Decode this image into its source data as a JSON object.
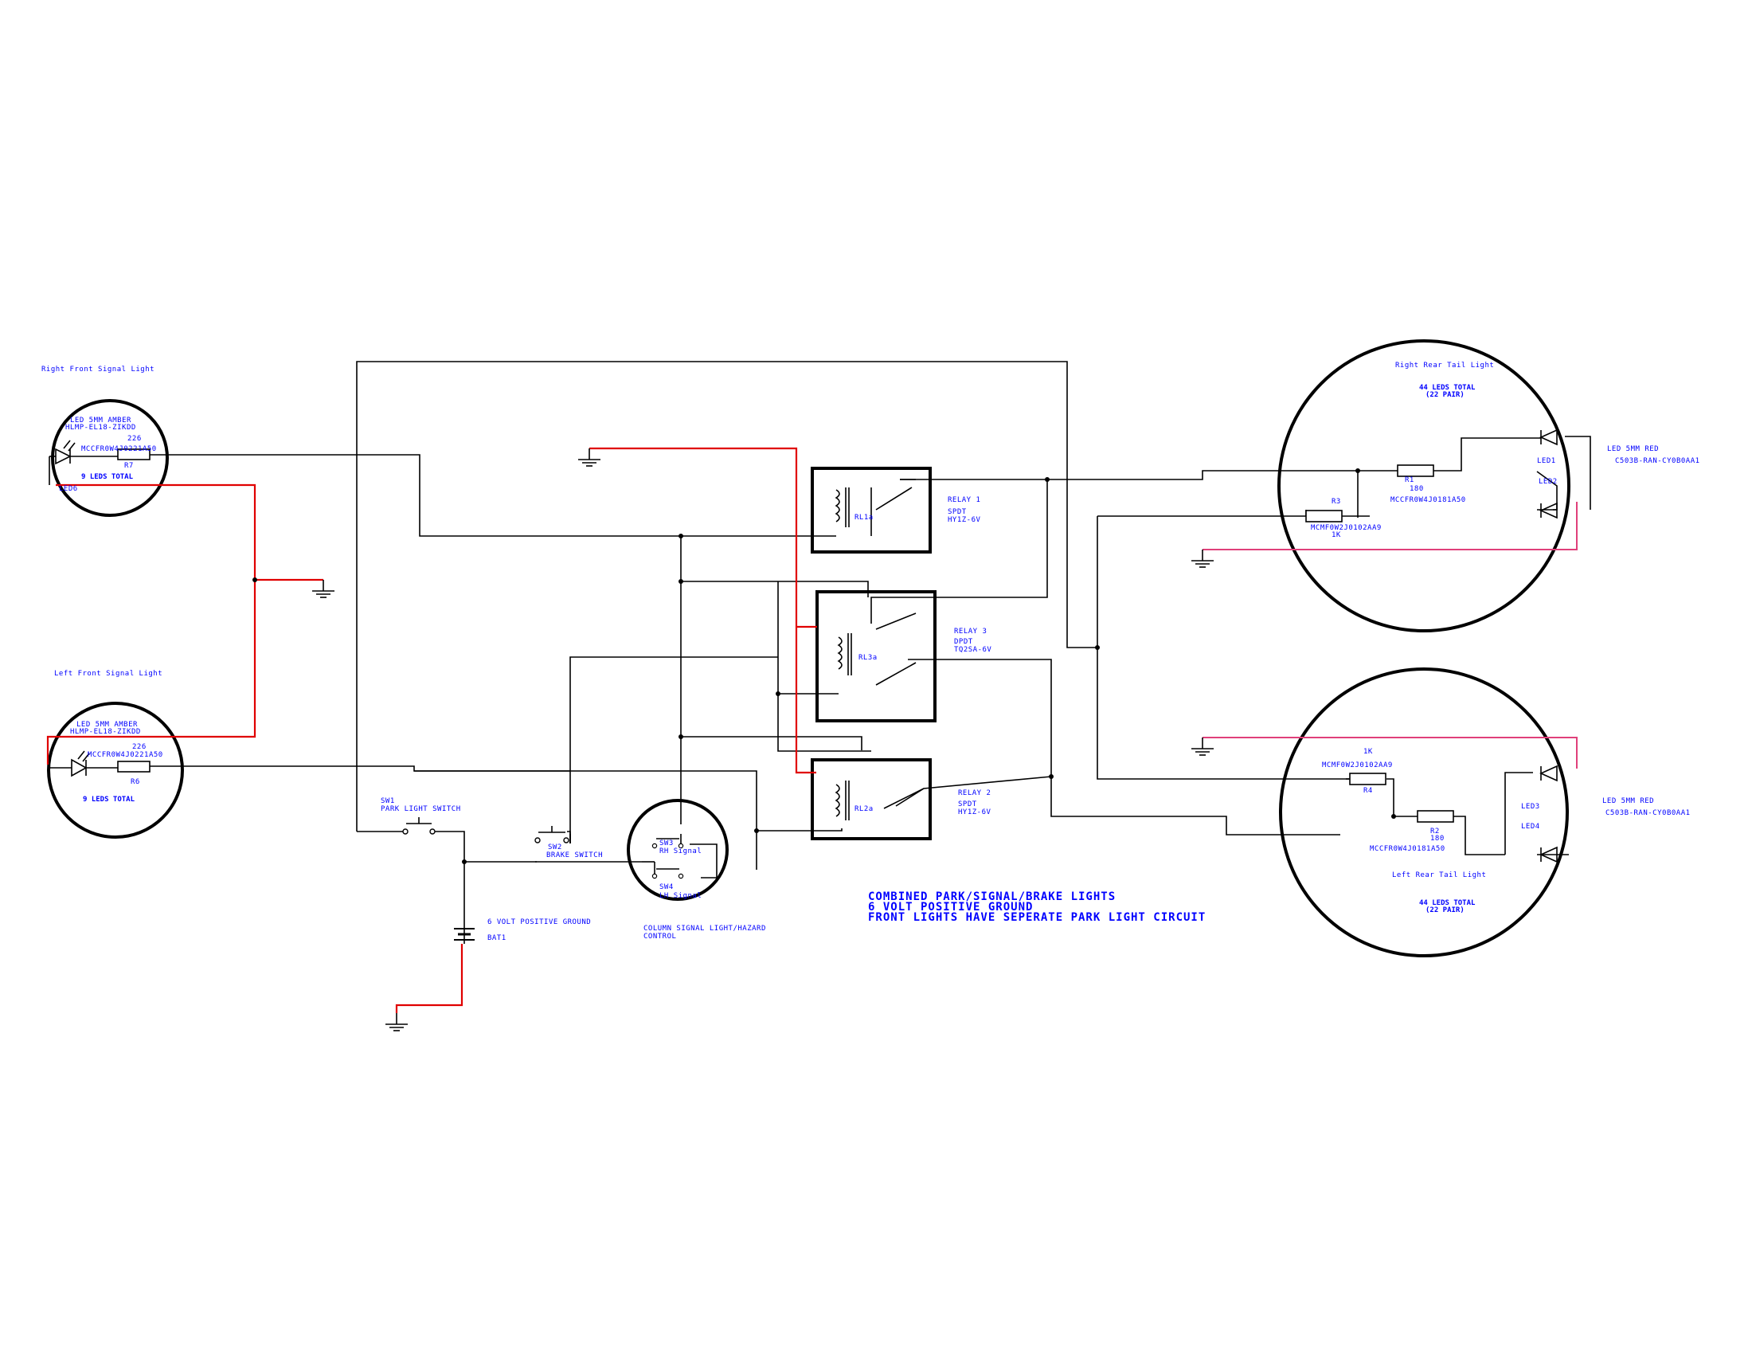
{
  "title_note": {
    "line1": "COMBINED PARK/SIGNAL/BRAKE LIGHTS",
    "line2": "6 VOLT POSITIVE GROUND",
    "line3": "FRONT LIGHTS HAVE SEPERATE PARK LIGHT CIRCUIT"
  },
  "right_front": {
    "title": "Right Front Signal Light",
    "led_type": "LED 5MM AMBER",
    "led_part": "HLMP-EL18-ZIKDD",
    "resistor_value": "226",
    "resistor_part": "MCCFR0W4J0221A50",
    "resistor_ref": "R7",
    "total": "9 LEDS TOTAL",
    "led_ref": "LED6"
  },
  "left_front": {
    "title": "Left Front Signal Light",
    "led_type": "LED 5MM AMBER",
    "led_part": "HLMP-EL18-ZIKDD",
    "resistor_value": "226",
    "resistor_part": "MCCFR0W4J0221A50",
    "resistor_ref": "R6",
    "total": "9 LEDS TOTAL"
  },
  "relay1": {
    "ref": "RL1a",
    "name": "RELAY 1",
    "type": "SPDT",
    "part": "HY1Z-6V"
  },
  "relay3": {
    "ref": "RL3a",
    "name": "RELAY 3",
    "type": "DPDT",
    "part": "TQ2SA-6V"
  },
  "relay2": {
    "ref": "RL2a",
    "name": "RELAY 2",
    "type": "SPDT",
    "part": "HY1Z-6V"
  },
  "switches": {
    "sw1_ref": "SW1",
    "sw1_label": "PARK LIGHT SWITCH",
    "sw2_ref": "SW2",
    "sw2_label": "BRAKE SWITCH",
    "sw3_ref": "SW3",
    "sw3_label": "RH Signal",
    "sw4_ref": "SW4",
    "sw4_label": "LH Signal",
    "column_label1": "COLUMN SIGNAL LIGHT/HAZARD",
    "column_label2": "CONTROL"
  },
  "battery": {
    "label": "6 VOLT POSITIVE GROUND",
    "ref": "BAT1"
  },
  "right_rear": {
    "title": "Right Rear Tail Light",
    "total1": "44 LEDS TOTAL",
    "total2": "(22 PAIR)",
    "led_type": "LED 5MM RED",
    "led_part": "C503B-RAN-CY0B0AA1",
    "led1": "LED1",
    "led2": "LED2",
    "r1_ref": "R1",
    "r1_value": "180",
    "r1_part": "MCCFR0W4J0181A50",
    "r3_ref": "R3",
    "r3_part": "MCMF0W2J0102AA9",
    "r3_value": "1K"
  },
  "left_rear": {
    "title": "Left Rear Tail Light",
    "total1": "44 LEDS TOTAL",
    "total2": "(22 PAIR)",
    "led_type": "LED 5MM RED",
    "led_part": "C503B-RAN-CY0B0AA1",
    "led3": "LED3",
    "led4": "LED4",
    "r4_value": "1K",
    "r4_part": "MCMF0W2J0102AA9",
    "r4_ref": "R4",
    "r2_ref": "R2",
    "r2_value": "180",
    "r2_part": "MCCFR0W4J0181A50"
  }
}
